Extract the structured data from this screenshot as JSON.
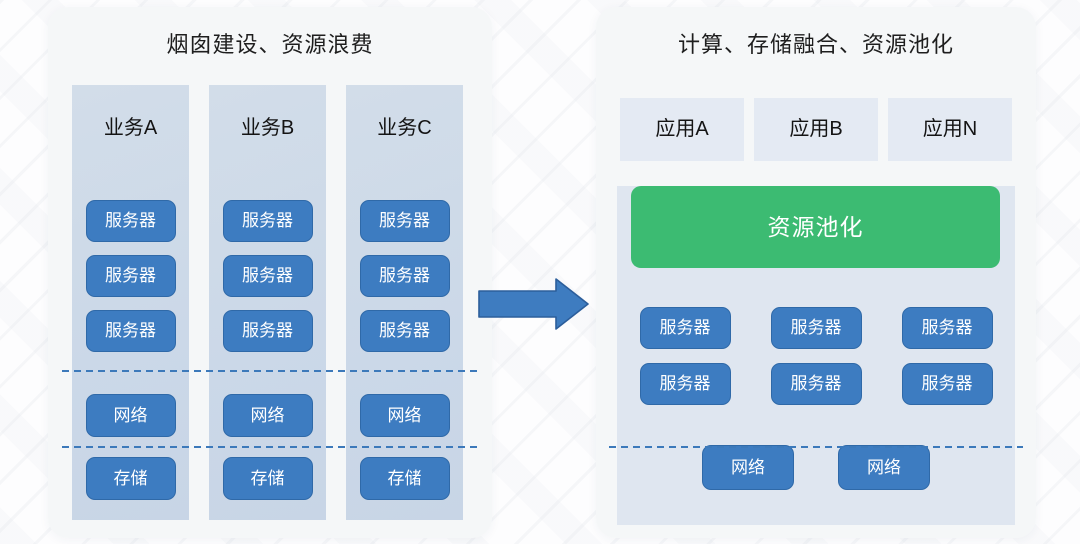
{
  "left_panel": {
    "title": "烟囱建设、资源浪费",
    "columns": [
      {
        "label": "业务A",
        "servers": [
          "服务器",
          "服务器",
          "服务器"
        ],
        "network": "网络",
        "storage": "存储"
      },
      {
        "label": "业务B",
        "servers": [
          "服务器",
          "服务器",
          "服务器"
        ],
        "network": "网络",
        "storage": "存储"
      },
      {
        "label": "业务C",
        "servers": [
          "服务器",
          "服务器",
          "服务器"
        ],
        "network": "网络",
        "storage": "存储"
      }
    ]
  },
  "arrow": {
    "direction": "right"
  },
  "right_panel": {
    "title": "计算、存储融合、资源池化",
    "apps": [
      "应用A",
      "应用B",
      "应用N"
    ],
    "pool_label": "资源池化",
    "server_rows": [
      [
        "服务器",
        "服务器",
        "服务器"
      ],
      [
        "服务器",
        "服务器",
        "服务器"
      ]
    ],
    "networks": [
      "网络",
      "网络"
    ]
  },
  "colors": {
    "button_blue": "#3d7cc1",
    "button_border": "#2f69a8",
    "pool_green": "#3cbb72",
    "silo_column_fill": "#ccd9e8",
    "pool_panel_fill": "#dfe6f0",
    "app_box_fill": "#e4eaf3",
    "dashed_line_blue": "#3c79ba",
    "card_fill": "#f4f6f8"
  }
}
